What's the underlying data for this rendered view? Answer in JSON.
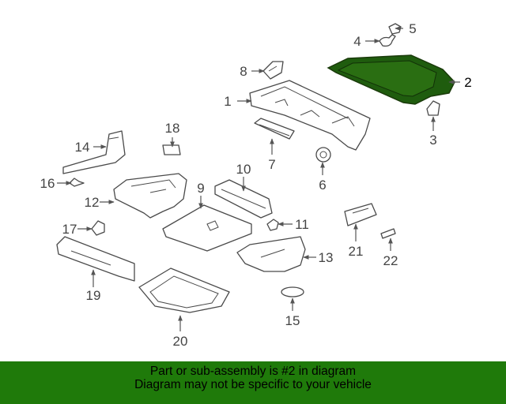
{
  "diagram": {
    "highlighted_part": "2",
    "highlight_color": "#1f5c0e",
    "callouts": [
      "1",
      "2",
      "3",
      "4",
      "5",
      "6",
      "7",
      "8",
      "9",
      "10",
      "11",
      "12",
      "13",
      "14",
      "15",
      "16",
      "17",
      "18",
      "19",
      "20",
      "21",
      "22"
    ]
  },
  "footer": {
    "line1": "Part or sub-assembly is #2 in diagram",
    "line2": "Diagram may not be specific to your vehicle",
    "background_color": "#1f7a0a"
  }
}
